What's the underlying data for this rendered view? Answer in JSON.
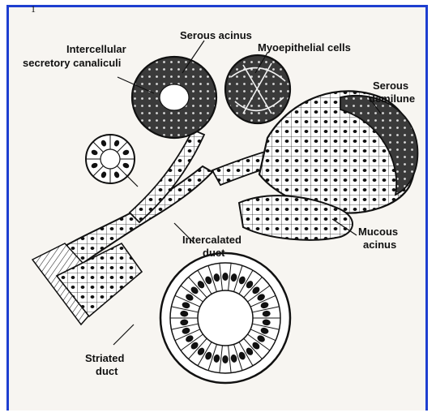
{
  "page_marker": "1",
  "labels": {
    "serous_acinus": "Serous acinus",
    "intercellular_canaliculi_line1": "Intercellular",
    "intercellular_canaliculi_line2": "secretory canaliculi",
    "myoepithelial_cells": "Myoepithelial cells",
    "serous_demilune_line1": "Serous",
    "serous_demilune_line2": "demilune",
    "mucous_acinus_line1": "Mucous",
    "mucous_acinus_line2": "acinus",
    "intercalated_duct_line1": "Intercalated",
    "intercalated_duct_line2": "duct",
    "striated_duct_line1": "Striated",
    "striated_duct_line2": "duct"
  },
  "colors": {
    "frame_border": "#1e3fd0",
    "ink": "#111111",
    "paper": "#f7f5f1"
  }
}
